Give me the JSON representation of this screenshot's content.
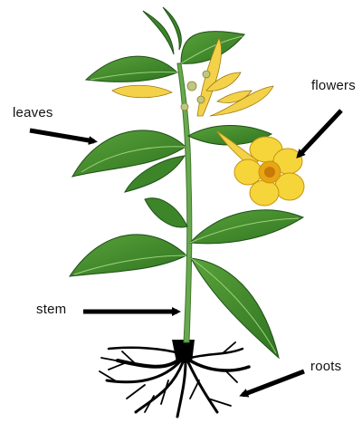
{
  "title": "",
  "labels": {
    "leaves": "leaves",
    "flowers": "flowers",
    "stem": "stem",
    "roots": "roots"
  },
  "colors": {
    "leaf": "#3f8a2c",
    "leaf_dark": "#245c19",
    "stem": "#6aa84f",
    "flower": "#f6d53a",
    "flower_center": "#e8a514",
    "bud": "#f3d24a",
    "root": "#000000",
    "arrow": "#000000"
  }
}
